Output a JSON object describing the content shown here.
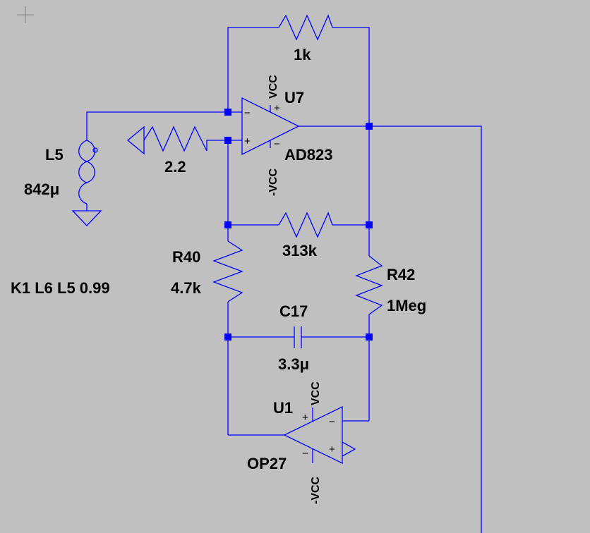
{
  "labels": {
    "r_feedback_value": "1k",
    "u7_name": "U7",
    "u7_model": "AD823",
    "u7_vpos": "VCC",
    "u7_vneg": "-VCC",
    "l5_name": "L5",
    "l5_value": "842μ",
    "r_input_value": "2.2",
    "r_mid_value": "313k",
    "r40_name": "R40",
    "r40_value": "4.7k",
    "r42_name": "R42",
    "r42_value": "1Meg",
    "c17_name": "C17",
    "c17_value": "3.3μ",
    "u1_name": "U1",
    "u1_model": "OP27",
    "u1_vpos": "VCC",
    "u1_vneg": "-VCC",
    "coupling_directive": "K1 L6 L5 0.99"
  },
  "pin_symbols": {
    "minus": "−",
    "plus": "+"
  },
  "colors": {
    "background": "#c0c0c0",
    "wire": "#0000ff",
    "text": "#000000"
  }
}
